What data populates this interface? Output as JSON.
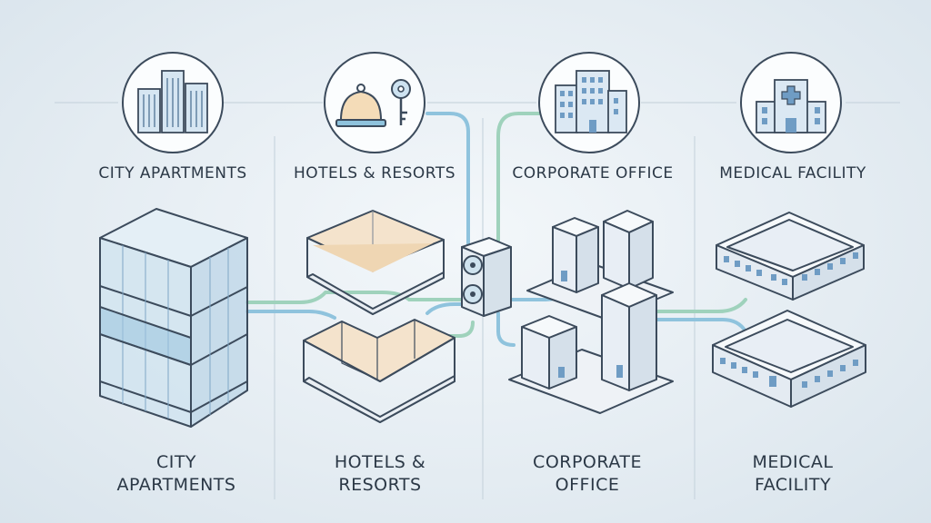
{
  "sections": [
    {
      "id": "city-apartments",
      "icon": "city-skyline-icon",
      "top_label": "CITY APARTMENTS",
      "bottom_label": [
        "CITY",
        "APARTMENTS"
      ]
    },
    {
      "id": "hotels-resorts",
      "icon": "service-bell-key-icon",
      "top_label": "HOTELS & RESORTS",
      "bottom_label": [
        "HOTELS &",
        "RESORTS"
      ]
    },
    {
      "id": "corporate-office",
      "icon": "office-buildings-icon",
      "top_label": "CORPORATE OFFICE",
      "bottom_label": [
        "CORPORATE",
        "OFFICE"
      ]
    },
    {
      "id": "medical-facility",
      "icon": "hospital-icon",
      "top_label": "MEDICAL FACILITY",
      "bottom_label": [
        "MEDICAL",
        "FACILITY"
      ]
    }
  ],
  "center_unit": {
    "icon": "hvac-outdoor-unit-icon"
  },
  "colors": {
    "pipe_blue": "#8fc3dd",
    "pipe_green": "#9fd2bc",
    "line_dark": "#3c4b5c",
    "room_fill": "#f4e3cc",
    "glass_fill": "#cfe3ef",
    "building_fill": "#e8eef5",
    "window_blue": "#6f9cc4"
  }
}
